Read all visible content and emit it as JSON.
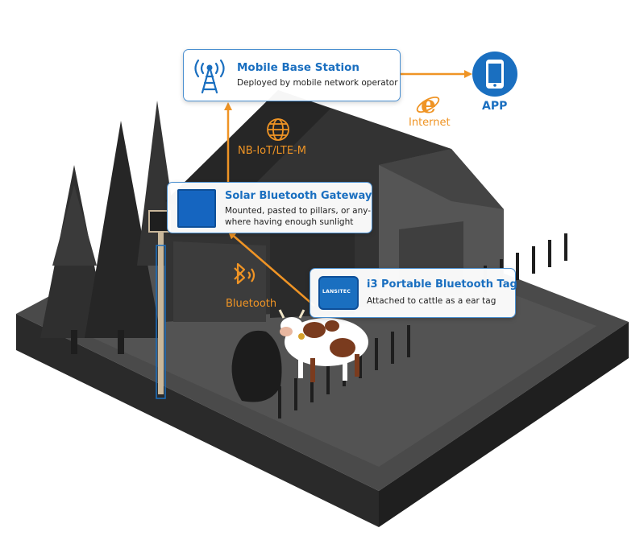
{
  "base_station": {
    "title": "Mobile Base Station",
    "desc": "Deployed by mobile network operator",
    "icon": "cell-tower-icon"
  },
  "gateway": {
    "title": "Solar Bluetooth Gateway",
    "desc_line1": "Mounted, pasted to pillars, or any-",
    "desc_line2": "where having enough sunlight",
    "icon": "solar-panel-icon"
  },
  "tag": {
    "title": "i3 Portable Bluetooth Tag",
    "desc": "Attached to cattle as a ear tag",
    "device_logo": "LANSITEC",
    "icon": "ear-tag-device-icon"
  },
  "app": {
    "label": "APP",
    "icon": "smartphone-icon"
  },
  "links": {
    "internet": "Internet",
    "nbiot": "NB-IoT/LTE-M",
    "bluetooth": "Bluetooth"
  },
  "colors": {
    "accent_orange": "#ef9425",
    "accent_blue": "#1a6fc0",
    "ground_dark": "#3b3b3b",
    "barn_dark": "#2e2e2e"
  }
}
